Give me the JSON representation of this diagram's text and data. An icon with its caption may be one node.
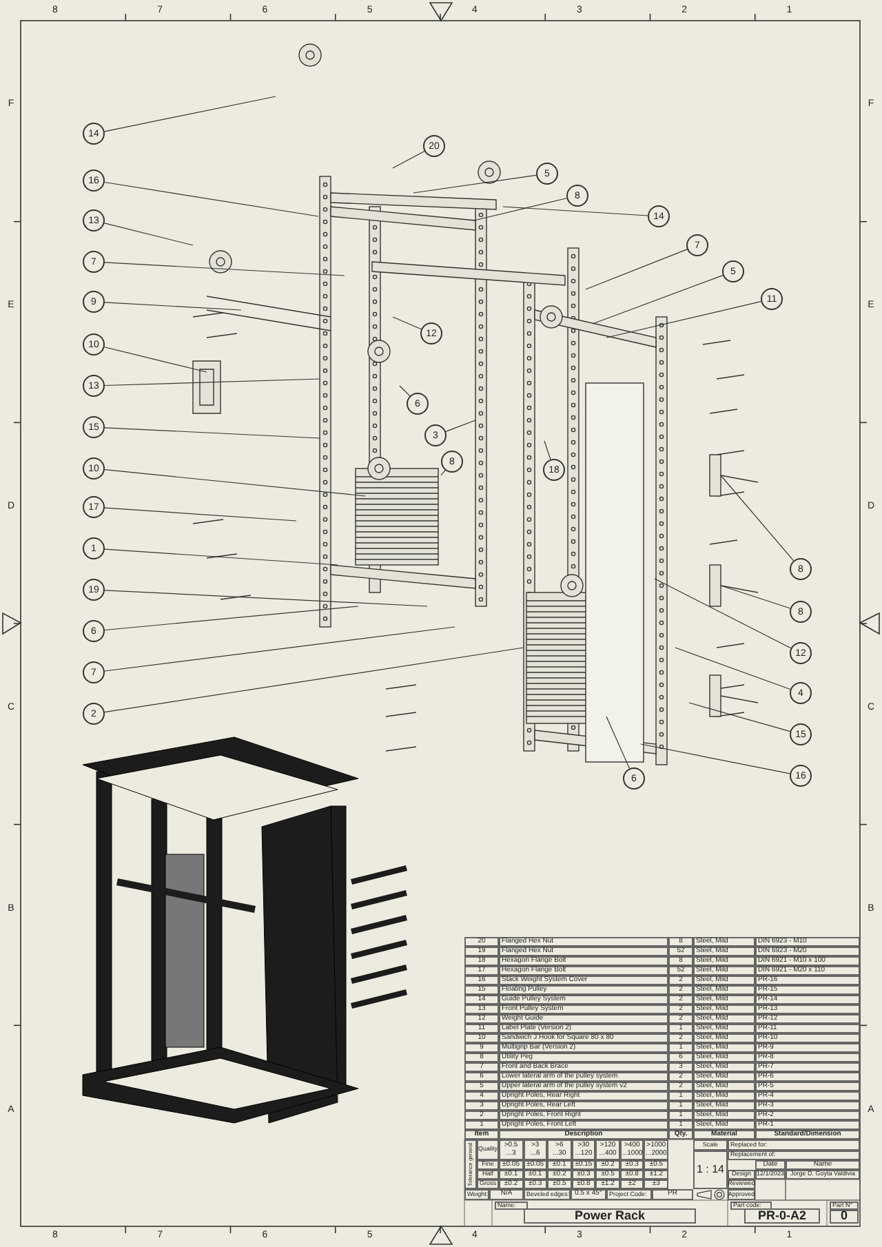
{
  "diagram": {
    "nodes": [
      {
        "text": [
          "14"
        ]
      },
      {
        "text": [
          "16"
        ]
      },
      {
        "text": [
          "13"
        ]
      },
      {
        "text": [
          "7"
        ]
      },
      {
        "text": [
          "9"
        ]
      },
      {
        "text": [
          "10"
        ]
      },
      {
        "text": [
          "13"
        ]
      },
      {
        "text": [
          "15"
        ]
      },
      {
        "text": [
          "10"
        ]
      },
      {
        "text": [
          "17"
        ]
      },
      {
        "text": [
          "1"
        ]
      },
      {
        "text": [
          "19"
        ]
      },
      {
        "text": [
          "6"
        ]
      },
      {
        "text": [
          "7"
        ]
      },
      {
        "text": [
          "2"
        ]
      },
      {
        "text": [
          "20"
        ]
      },
      {
        "text": [
          "5"
        ]
      },
      {
        "text": [
          "8"
        ]
      },
      {
        "text": [
          "14"
        ]
      },
      {
        "text": [
          "7"
        ]
      },
      {
        "text": [
          "5"
        ]
      },
      {
        "text": [
          "11"
        ]
      },
      {
        "text": [
          "12"
        ]
      },
      {
        "text": [
          "6"
        ]
      },
      {
        "text": [
          "3"
        ]
      },
      {
        "text": [
          "8"
        ]
      },
      {
        "text": [
          "18"
        ]
      },
      {
        "text": [
          "8"
        ]
      },
      {
        "text": [
          "8"
        ]
      },
      {
        "text": [
          "12"
        ]
      },
      {
        "text": [
          "4"
        ]
      },
      {
        "text": [
          "15"
        ]
      },
      {
        "text": [
          "16"
        ]
      },
      {
        "text": [
          "6"
        ]
      }
    ],
    "edges": [
      {
        "from": 0,
        "to": null,
        "arrow": "none"
      },
      {
        "from": 1,
        "to": null,
        "arrow": "none"
      },
      {
        "from": 2,
        "to": null,
        "arrow": "none"
      },
      {
        "from": 3,
        "to": null,
        "arrow": "none"
      },
      {
        "from": 4,
        "to": null,
        "arrow": "none"
      },
      {
        "from": 5,
        "to": null,
        "arrow": "none"
      },
      {
        "from": 6,
        "to": null,
        "arrow": "none"
      },
      {
        "from": 7,
        "to": null,
        "arrow": "none"
      },
      {
        "from": 8,
        "to": null,
        "arrow": "none"
      },
      {
        "from": 9,
        "to": null,
        "arrow": "none"
      },
      {
        "from": 10,
        "to": null,
        "arrow": "none"
      },
      {
        "from": 11,
        "to": null,
        "arrow": "none"
      },
      {
        "from": 12,
        "to": null,
        "arrow": "none"
      },
      {
        "from": 13,
        "to": null,
        "arrow": "none"
      },
      {
        "from": 14,
        "to": null,
        "arrow": "none"
      },
      {
        "from": 15,
        "to": null,
        "arrow": "none"
      },
      {
        "from": 16,
        "to": null,
        "arrow": "none"
      },
      {
        "from": 17,
        "to": null,
        "arrow": "none"
      },
      {
        "from": 18,
        "to": null,
        "arrow": "none"
      },
      {
        "from": 19,
        "to": null,
        "arrow": "none"
      },
      {
        "from": 20,
        "to": null,
        "arrow": "none"
      },
      {
        "from": 21,
        "to": null,
        "arrow": "none"
      },
      {
        "from": 22,
        "to": null,
        "arrow": "none"
      },
      {
        "from": 23,
        "to": null,
        "arrow": "none"
      },
      {
        "from": 24,
        "to": null,
        "arrow": "none"
      },
      {
        "from": 25,
        "to": null,
        "arrow": "none"
      },
      {
        "from": 26,
        "to": null,
        "arrow": "none"
      },
      {
        "from": 27,
        "to": null,
        "arrow": "none"
      },
      {
        "from": 28,
        "to": null,
        "arrow": "none"
      },
      {
        "from": 29,
        "to": null,
        "arrow": "none"
      },
      {
        "from": 30,
        "to": null,
        "arrow": "none"
      },
      {
        "from": 31,
        "to": null,
        "arrow": "none"
      },
      {
        "from": 32,
        "to": null,
        "arrow": "none"
      },
      {
        "from": 33,
        "to": null,
        "arrow": "none"
      }
    ],
    "labels": [
      "8",
      "7",
      "6",
      "5",
      "4",
      "3",
      "2",
      "1",
      "F",
      "E",
      "D",
      "C",
      "B",
      "A",
      "F",
      "E",
      "D",
      "C",
      "B",
      "A",
      "20",
      "Flanged Hex Nut",
      "8",
      "Steel, Mild",
      "DIN 6923 - M10",
      "19",
      "Flanged Hex Nut",
      "52",
      "Steel, Mild",
      "DIN 6923 - M20",
      "18",
      "Hexagon Flange Bolt",
      "8",
      "Steel, Mild",
      "DIN 6921 - M10 x 100",
      "17",
      "Hexagon Flange Bolt",
      "52",
      "Steel, Mild",
      "DIN 6921 - M20 x 110",
      "16",
      "Stack Weight System Cover",
      "2",
      "Steel, Mild",
      "PR-16",
      "15",
      "Floating Pulley",
      "2",
      "Steel, Mild",
      "PR-15",
      "14",
      "Guide Pulley System",
      "2",
      "Steel, Mild",
      "PR-14",
      "13",
      "Front Pulley System",
      "2",
      "Steel, Mild",
      "PR-13",
      "12",
      "Weight Guide",
      "2",
      "Steel, Mild",
      "PR-12",
      "11",
      "Label Plate (Version 2)",
      "1",
      "Steel, Mild",
      "PR-11",
      "10",
      "Sandwich J Hook for Square 80 x 80",
      "2",
      "Steel, Mild",
      "PR-10",
      "9",
      "Multigrip Bar (Version 2)",
      "1",
      "Steel, Mild",
      "PR-9",
      "8",
      "Utility Peg",
      "6",
      "Steel, Mild",
      "PR-8",
      "7",
      "Front and Back Brace",
      "3",
      "Steel, Mild",
      "PR-7",
      "6",
      "Lower lateral arm of the pulley system",
      "2",
      "Steel, Mild",
      "PR-6",
      "5",
      "Upper lateral arm of the pulley system v2",
      "2",
      "Steel, Mild",
      "PR-5",
      "4",
      "Upright Poles, Rear Right",
      "1",
      "Steel, Mild",
      "PR-4",
      "3",
      "Upright Poles, Rear Left",
      "1",
      "Steel, Mild",
      "PR-3",
      "2",
      "Upright Poles, Front Right",
      "1",
      "Steel, Mild",
      "PR-2",
      "1",
      "Upright Poles, Front Left",
      "1",
      "Steel, Mild",
      "PR-1",
      "Item",
      "Description",
      "Qty.",
      "Material",
      "Standard/Dimension",
      "Tolerance general",
      "Quality",
      ">0.5 ...3",
      ">3 ...6",
      ">6 ...30",
      ">30 ...120",
      ">120 ...400",
      ">400 ...1000",
      ">1000 ...2000",
      "Scale",
      "Replaced for:",
      "Replacement of:",
      "Fine",
      "±0.05",
      "±0.05",
      "±0.1",
      "±0.15",
      "±0.2",
      "±0.3",
      "±0.5",
      "1 : 14",
      "Date",
      "Name",
      "Half",
      "±0.1",
      "±0.1",
      "±0.2",
      "±0.3",
      "±0.5",
      "±0.8",
      "±1.2",
      "Design",
      "12/1/2023",
      "Jorge D. Goyta Valdivia",
      "Gross",
      "±0.2",
      "±0.3",
      "±0.5",
      "±0.8",
      "±1.2",
      "±2",
      "±3",
      "Reviewed",
      "Weight:",
      "N/A",
      "Beveled edges:",
      "0.5 x 45°",
      "Project Code:",
      "PR",
      "Approved",
      "Name:",
      "Power Rack",
      "Part code:",
      "PR-0-A2",
      "Part N°",
      "0",
      "8",
      "7",
      "6",
      "5",
      "4",
      "3",
      "2",
      "1"
    ]
  }
}
